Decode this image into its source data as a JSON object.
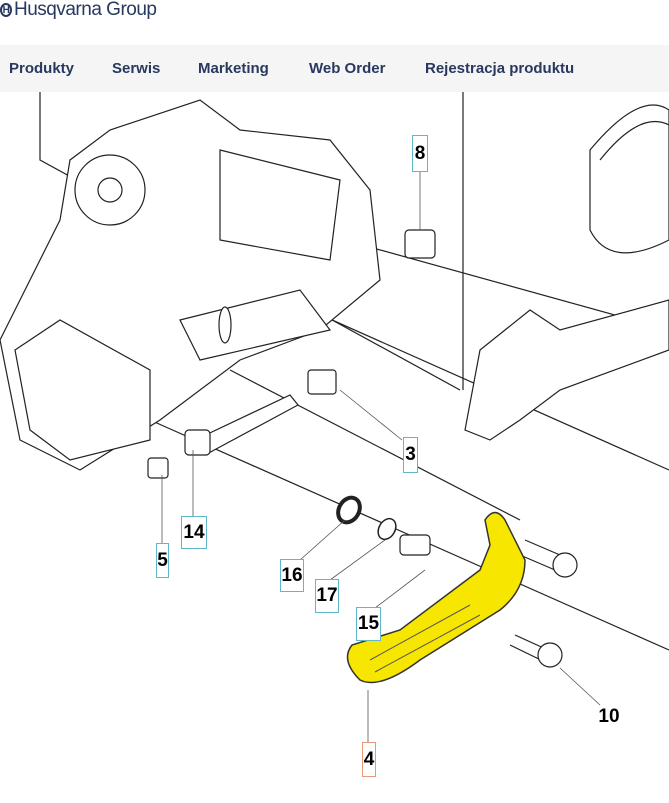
{
  "header": {
    "brand": "Husqvarna Group"
  },
  "nav": {
    "items": [
      {
        "label": "Produkty"
      },
      {
        "label": "Serwis"
      },
      {
        "label": "Marketing"
      },
      {
        "label": "Web Order"
      },
      {
        "label": "Rejestracja produktu"
      }
    ]
  },
  "diagram": {
    "highlight_color": "#f7e600",
    "callouts": [
      {
        "label": "8"
      },
      {
        "label": "3"
      },
      {
        "label": "14"
      },
      {
        "label": "5"
      },
      {
        "label": "16"
      },
      {
        "label": "17"
      },
      {
        "label": "15"
      },
      {
        "label": "4"
      },
      {
        "label": "10"
      }
    ]
  }
}
